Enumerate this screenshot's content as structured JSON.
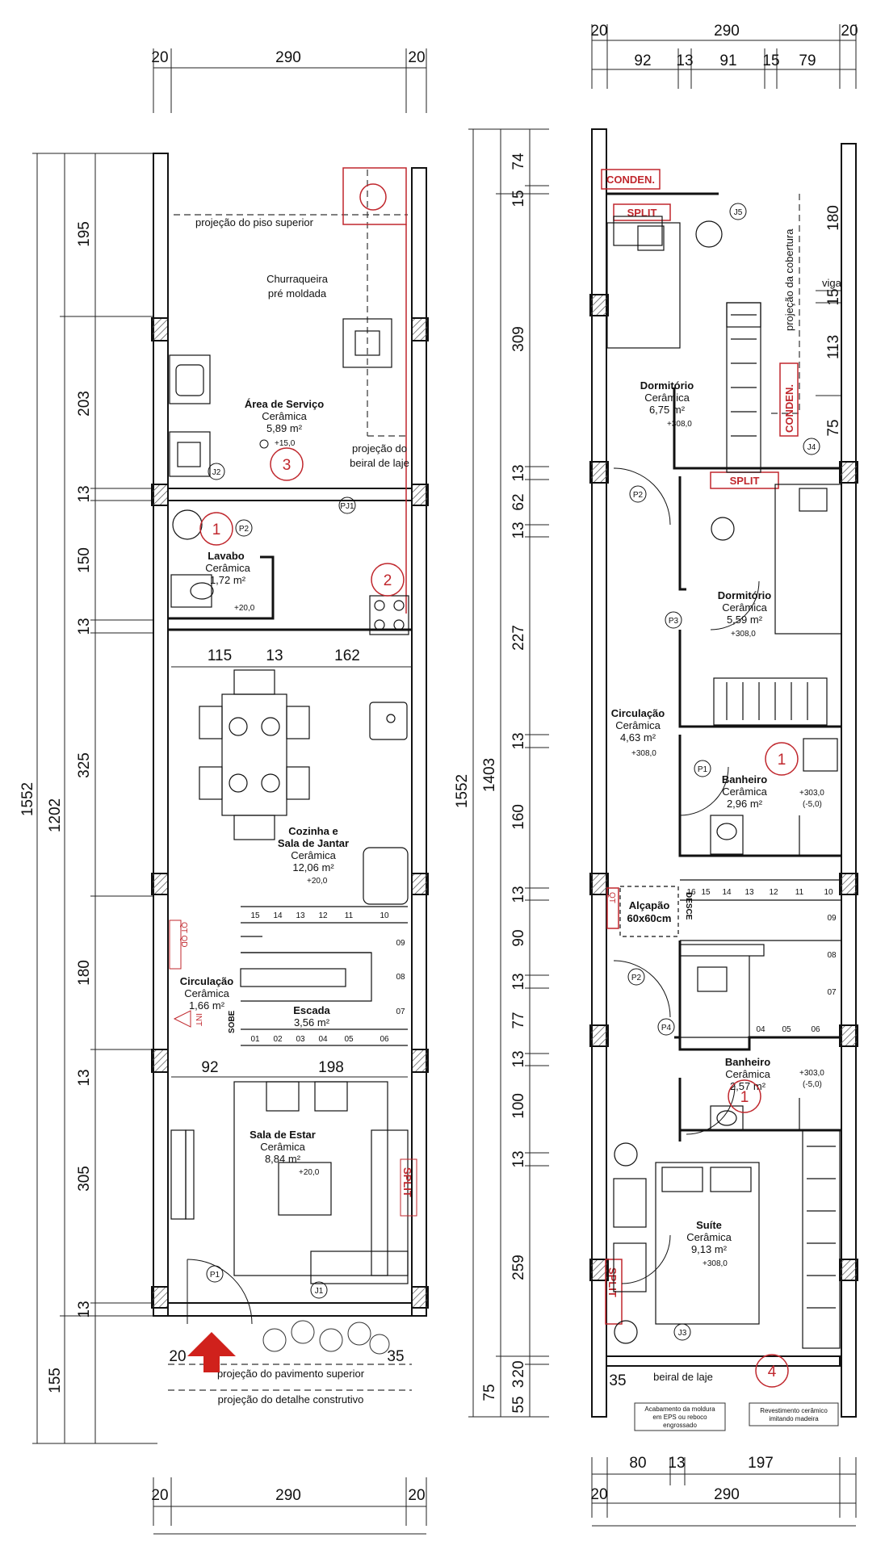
{
  "colors": {
    "wall": "#111111",
    "accent": "#c0272d",
    "hatch": "#555555",
    "dashed": "#333333"
  },
  "ground": {
    "dims_top": {
      "total": "290",
      "left": "20",
      "right": "20"
    },
    "dims_bottom": {
      "total": "290",
      "left": "20",
      "right": "20"
    },
    "dims_left_outer": {
      "total": "1552"
    },
    "dims_left_mid": {
      "total": "1202"
    },
    "dims_left_inner": [
      "195",
      "203",
      "13",
      "150",
      "13",
      "325",
      "180",
      "13",
      "305",
      "13",
      "155"
    ],
    "kitchen_dims": {
      "a": "115",
      "b": "13",
      "c": "162"
    },
    "living_dims": {
      "a": "92",
      "b": "198"
    },
    "entry_dims": {
      "a": "20",
      "b": "35"
    },
    "notes": {
      "upper_floor": "projeção do piso superior",
      "grill_1": "Churraqueira",
      "grill_2": "pré moldada",
      "eave_1": "projeção do",
      "eave_2": "beiral de laje",
      "upper_pavement": "projeção do pavimento superior",
      "construct_detail": "projeção do detalhe construtivo",
      "qt_qd": "QT QD",
      "int": "INT",
      "sobe": "SOBE"
    },
    "rooms": {
      "service": {
        "name": "Área de Serviço",
        "finish": "Cerâmica",
        "area": "5,89 m²",
        "level": "+15,0"
      },
      "lavabo": {
        "name": "Lavabo",
        "finish": "Cerâmica",
        "area": "1,72 m²",
        "level": "+20,0"
      },
      "kitchen": {
        "name1": "Cozinha e",
        "name2": "Sala de Jantar",
        "finish": "Cerâmica",
        "area": "12,06 m²",
        "level": "+20,0"
      },
      "circulation": {
        "name": "Circulação",
        "finish": "Cerâmica",
        "area": "1,66 m²"
      },
      "stairs": {
        "name": "Escada",
        "area": "3,56 m²"
      },
      "living": {
        "name": "Sala de Estar",
        "finish": "Cerâmica",
        "area": "8,84 m²",
        "level": "+20,0"
      }
    },
    "stair_steps_top": [
      "15",
      "14",
      "13",
      "12",
      "11",
      "10"
    ],
    "stair_steps_right": [
      "09",
      "08",
      "07"
    ],
    "stair_steps_bottom": [
      "01",
      "02",
      "03",
      "04",
      "05",
      "06"
    ],
    "tags": {
      "j2": "J2",
      "p2": "P2",
      "pj1": "PJ1",
      "p1": "P1",
      "j1": "J1"
    },
    "callouts": [
      "1",
      "2",
      "3"
    ],
    "split": "SPLIT"
  },
  "upper": {
    "dims_top": {
      "total": "290",
      "left": "20",
      "right": "20"
    },
    "dims_top_sub": [
      "92",
      "13",
      "91",
      "15",
      "79"
    ],
    "dims_bottom_sub": [
      "80",
      "13",
      "197"
    ],
    "dims_bottom": {
      "total": "290",
      "left": "20"
    },
    "dims_left_outer": {
      "total": "1552"
    },
    "dims_left_mid": {
      "total": "1403"
    },
    "dims_left_inner": [
      "74",
      "15",
      "309",
      "13",
      "62",
      "13",
      "227",
      "13",
      "160",
      "13",
      "90",
      "13",
      "77",
      "13",
      "100",
      "13",
      "259",
      "20",
      "3",
      "55"
    ],
    "dims_left_extra": {
      "total": "75"
    },
    "dims_right": [
      "180",
      "15",
      "113",
      "75"
    ],
    "dim_bottom_35": "35",
    "notes": {
      "cover_proj": "projeção da cobertura",
      "beam": "viga",
      "eave": "beiral de laje",
      "note_left_1": "Acabamento da moldura",
      "note_left_2": "em EPS ou reboco",
      "note_left_3": "engrossado",
      "note_right_1": "Revestimento cerâmico",
      "note_right_2": "imitando madeira",
      "hatch_1": "Alçapão",
      "hatch_2": "60x60cm",
      "desce": "DESCE",
      "qt": "QT",
      "conden": "CONDEN.",
      "split": "SPLIT"
    },
    "rooms": {
      "bed1": {
        "name": "Dormitório",
        "finish": "Cerâmica",
        "area": "6,75 m²",
        "level": "+308,0"
      },
      "bed2": {
        "name": "Dormitório",
        "finish": "Cerâmica",
        "area": "5,59 m²",
        "level": "+308,0"
      },
      "circ": {
        "name": "Circulação",
        "finish": "Cerâmica",
        "area": "4,63 m²",
        "level": "+308,0"
      },
      "bath1": {
        "name": "Banheiro",
        "finish": "Cerâmica",
        "area": "2,96 m²",
        "level": "+303,0",
        "level2": "(-5,0)"
      },
      "bath2": {
        "name": "Banheiro",
        "finish": "Cerâmica",
        "area": "2,57 m²",
        "level": "+303,0",
        "level2": "(-5,0)"
      },
      "suite": {
        "name": "Suíte",
        "finish": "Cerâmica",
        "area": "9,13 m²",
        "level": "+308,0"
      }
    },
    "stair_steps_top": [
      "16",
      "15",
      "14",
      "13",
      "12",
      "11",
      "10"
    ],
    "stair_steps_right": [
      "09",
      "08",
      "07"
    ],
    "stair_steps_bottom": [
      "04",
      "05",
      "06"
    ],
    "tags": {
      "j5": "J5",
      "j4": "J4",
      "p2a": "P2",
      "p3": "P3",
      "p1": "P1",
      "p2b": "P2",
      "p4": "P4",
      "j3": "J3"
    },
    "callouts": [
      "1",
      "1",
      "4"
    ]
  }
}
